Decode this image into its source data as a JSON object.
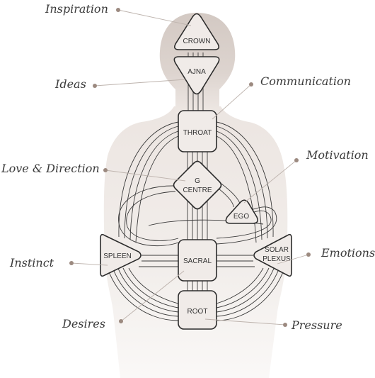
{
  "centers": {
    "crown": "CROWN",
    "ajna": "AJNA",
    "throat": "THROAT",
    "g_centre_line1": "G",
    "g_centre_line2": "CENTRE",
    "ego": "EGO",
    "spleen": "SPLEEN",
    "sacral": "SACRAL",
    "solar_plexus_line1": "SOLAR",
    "solar_plexus_line2": "PLEXUS",
    "root": "ROOT"
  },
  "labels": {
    "inspiration": "Inspiration",
    "ideas": "Ideas",
    "communication": "Communication",
    "love_direction": "Love & Direction",
    "motivation": "Motivation",
    "instinct": "Instinct",
    "emotions": "Emotions",
    "desires": "Desires",
    "pressure": "Pressure"
  },
  "colors": {
    "silhouette_head": "#d8cfca",
    "silhouette_body": "#f1ece9",
    "node_fill": "#f0ebe8",
    "line": "#3a3a3a",
    "leader": "#bdb3ad"
  }
}
